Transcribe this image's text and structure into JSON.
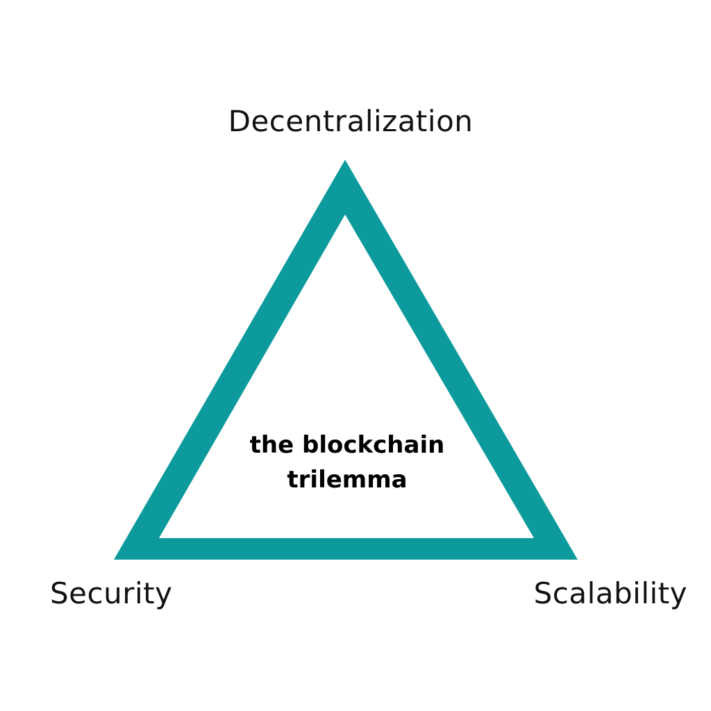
{
  "diagram": {
    "vertices": {
      "top": "Decentralization",
      "bottom_left": "Security",
      "bottom_right": "Scalability"
    },
    "center": {
      "line1": "the blockchain",
      "line2": "trilemma"
    },
    "colors": {
      "triangle": "#0d9a9c",
      "text": "#111111",
      "background": "#ffffff"
    }
  }
}
